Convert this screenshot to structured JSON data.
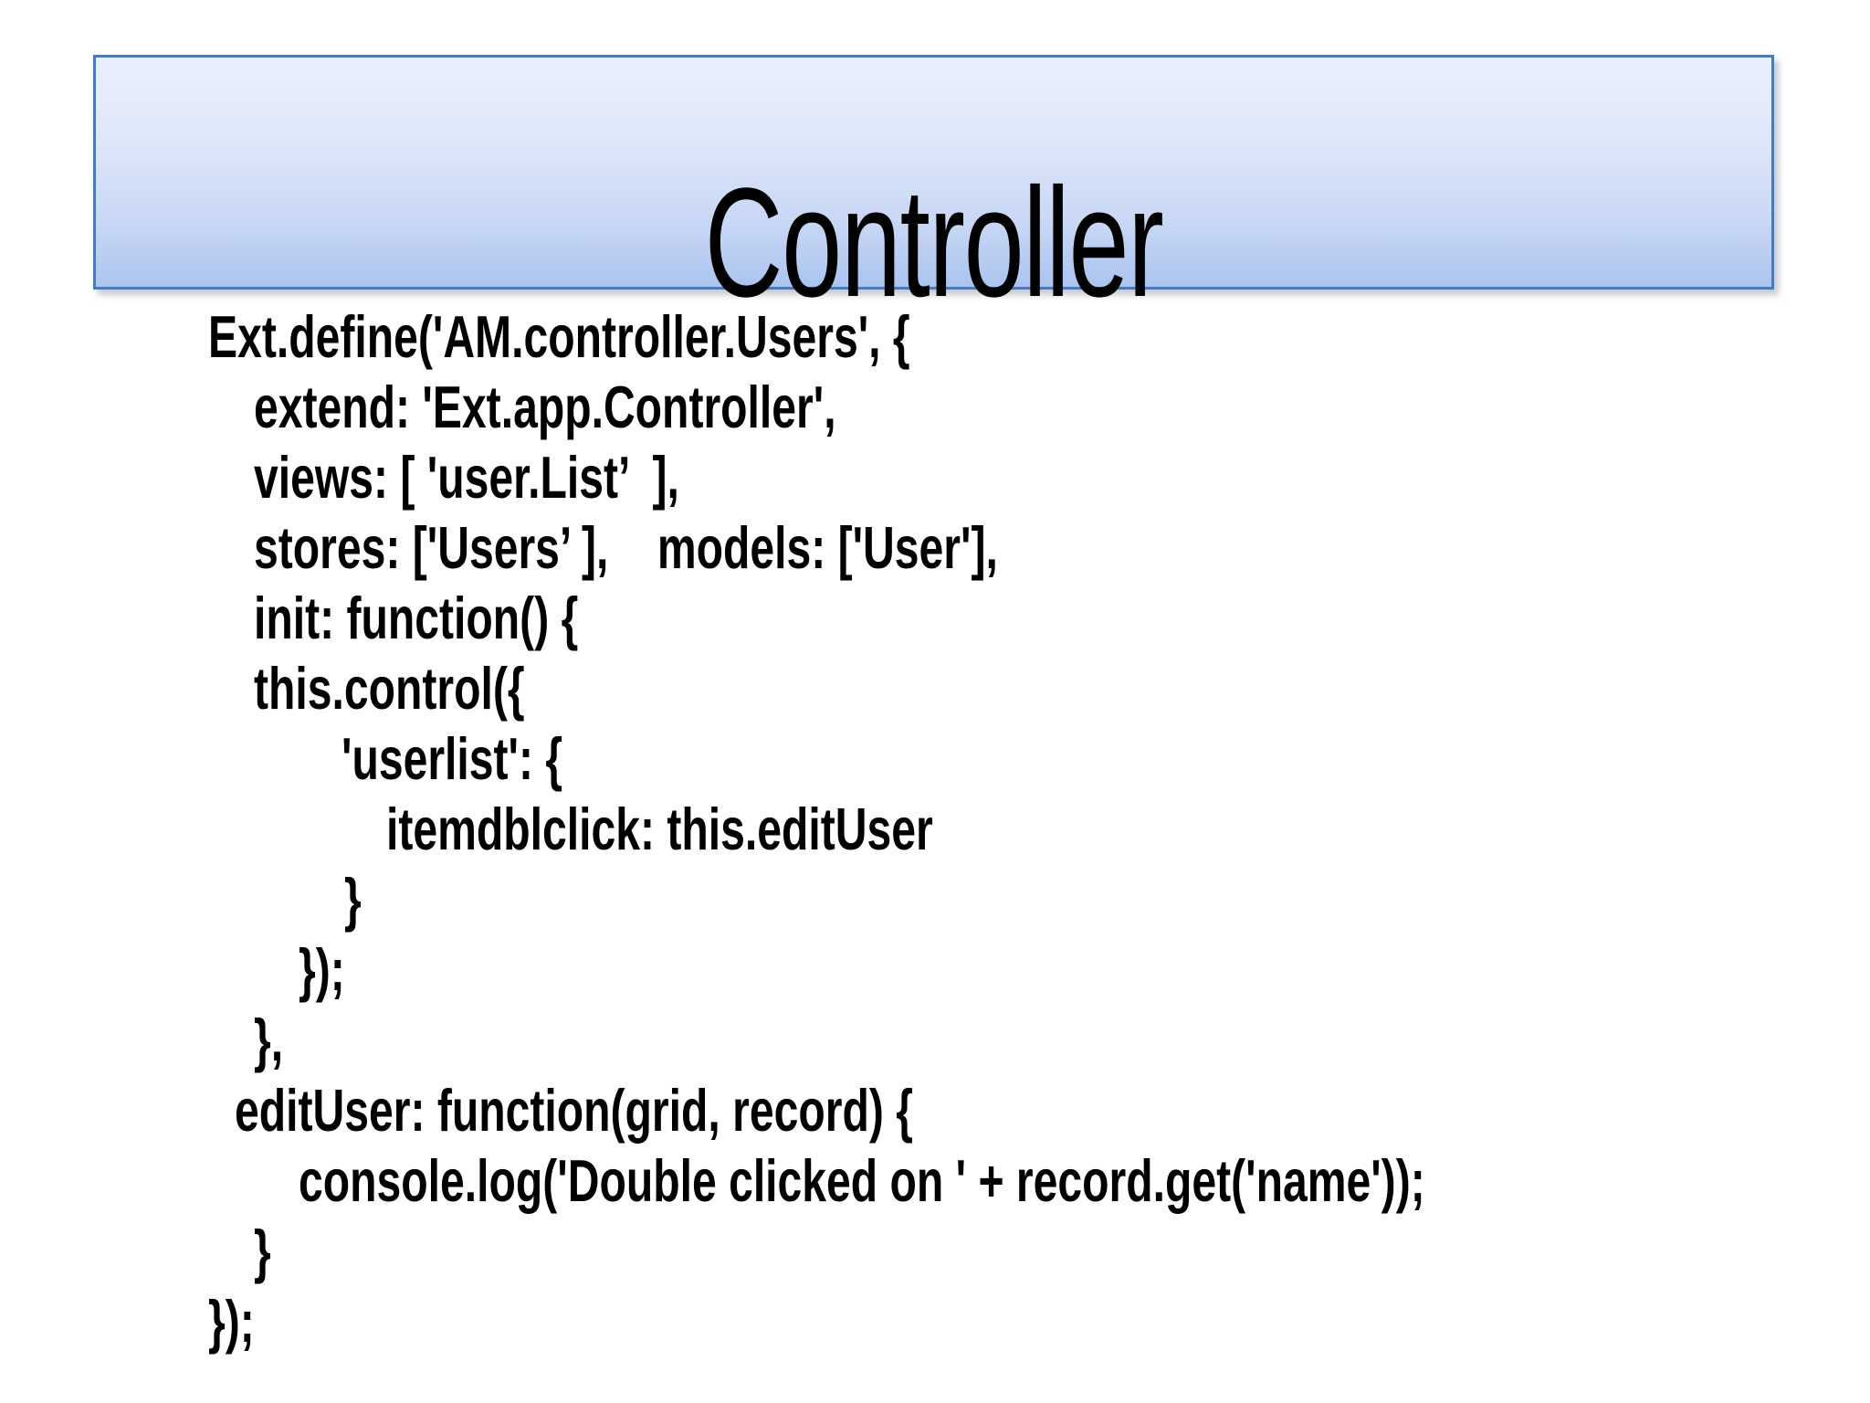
{
  "slide": {
    "title": "Controller",
    "colors": {
      "background": "#ffffff",
      "title_box_border": "#4d7ab5",
      "title_box_gradient_top": "#e9effc",
      "title_box_gradient_bottom": "#abc4f0",
      "text": "#000000"
    },
    "code": {
      "lines": [
        {
          "text": "Ext.define('AM.controller.Users', {"
        },
        {
          "text": "extend: 'Ext.app.Controller',"
        },
        {
          "text": "views: [ 'user.List’  ],"
        },
        {
          "text": "stores: ['Users’ ],    models: ['User'],"
        },
        {
          "text": "init: function() {"
        },
        {
          "text": "this.control({"
        },
        {
          "text": "'userlist': {"
        },
        {
          "text": "itemdblclick: this.editUser"
        },
        {
          "text": "}"
        },
        {
          "text": "});"
        },
        {
          "text": "},"
        },
        {
          "text": "editUser: function(grid, record) {"
        },
        {
          "text": "console.log('Double clicked on ' + record.get('name'));"
        },
        {
          "text": "}"
        },
        {
          "text": "});"
        }
      ]
    }
  }
}
